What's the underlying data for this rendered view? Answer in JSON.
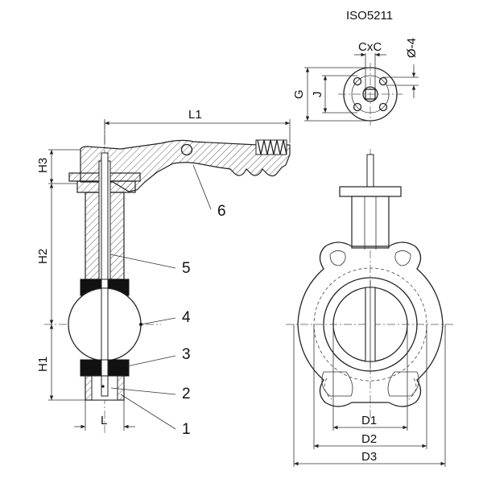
{
  "standard": "ISO5211",
  "flange_labels": {
    "square": "CxC",
    "bolt": "Ø-4",
    "g": "G",
    "j": "J"
  },
  "dimensions": {
    "l1": "L1",
    "h3": "H3",
    "h2": "H2",
    "h1": "H1",
    "l": "L",
    "d1": "D1",
    "d2": "D2",
    "d3": "D3"
  },
  "callouts": [
    "1",
    "2",
    "3",
    "4",
    "5",
    "6"
  ],
  "colors": {
    "line": "#222222",
    "background": "#ffffff"
  }
}
